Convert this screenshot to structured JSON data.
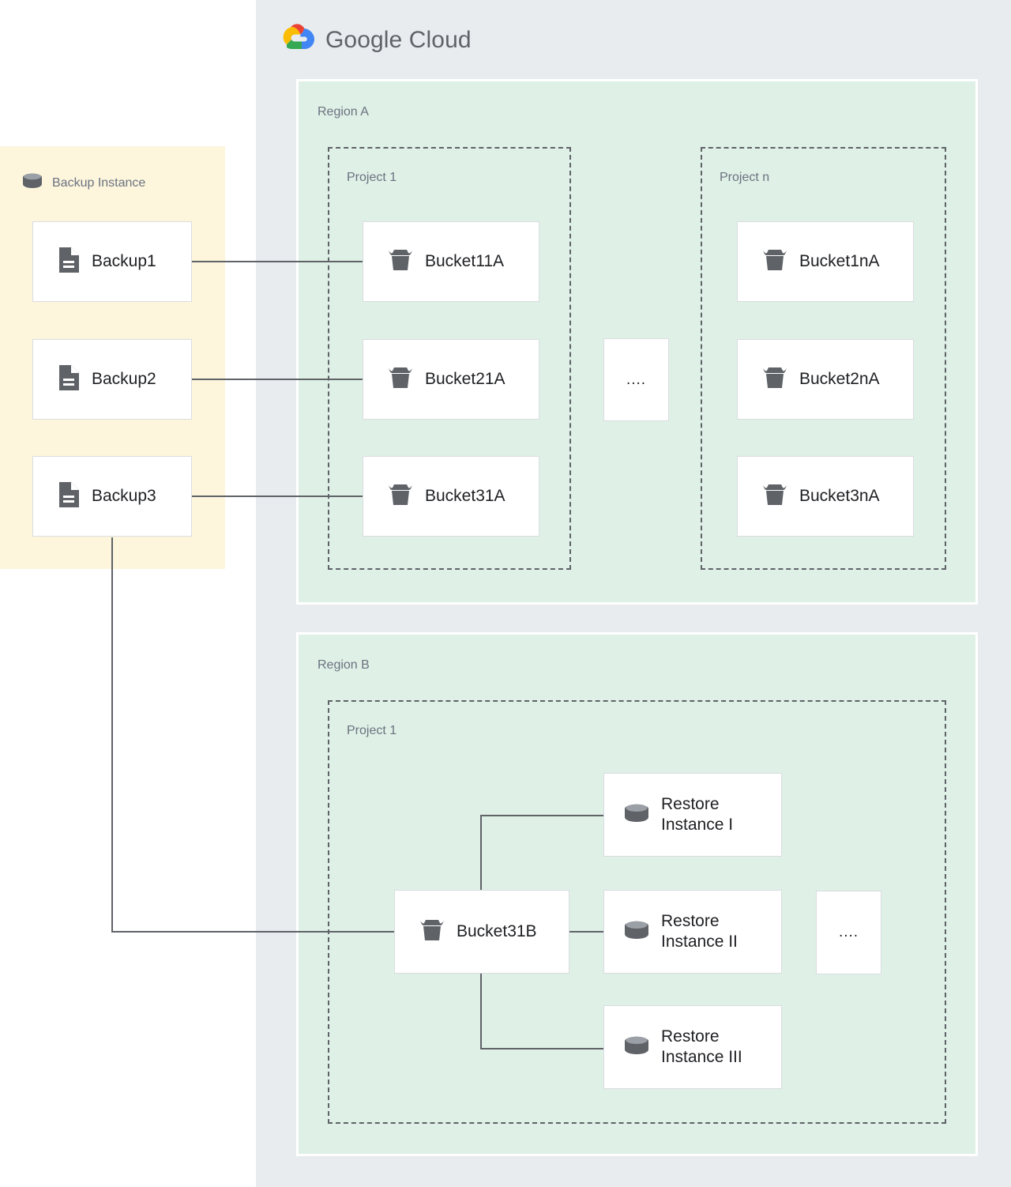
{
  "brand": {
    "name_bold": "Google",
    "name_light": " Cloud",
    "logo_icon": "google-cloud-logo-icon",
    "colors": {
      "red": "#ea4335",
      "yellow": "#fbbc04",
      "green": "#34a853",
      "blue": "#4285f4",
      "panel_bg": "#e8ecef",
      "region_bg": "#dff0e6",
      "backup_bg": "#fdf6dd",
      "line": "#5f6368",
      "label": "#6b7280",
      "text": "#202124"
    }
  },
  "backup_instance": {
    "title": "Backup Instance",
    "icon": "database-icon",
    "items": [
      {
        "label": "Backup1",
        "icon": "document-icon"
      },
      {
        "label": "Backup2",
        "icon": "document-icon"
      },
      {
        "label": "Backup3",
        "icon": "document-icon"
      }
    ]
  },
  "regions": [
    {
      "label": "Region A",
      "projects": [
        {
          "label": "Project 1",
          "items": [
            {
              "label": "Bucket11A",
              "icon": "bucket-icon"
            },
            {
              "label": "Bucket21A",
              "icon": "bucket-icon"
            },
            {
              "label": "Bucket31A",
              "icon": "bucket-icon"
            }
          ]
        },
        {
          "label": "Project n",
          "items": [
            {
              "label": "Bucket1nA",
              "icon": "bucket-icon"
            },
            {
              "label": "Bucket2nA",
              "icon": "bucket-icon"
            },
            {
              "label": "Bucket3nA",
              "icon": "bucket-icon"
            }
          ]
        }
      ],
      "ellipsis": "...."
    },
    {
      "label": "Region B",
      "projects": [
        {
          "label": "Project 1",
          "items": [
            {
              "label": "Bucket31B",
              "icon": "bucket-icon"
            },
            {
              "label": "Restore\nInstance I",
              "icon": "database-icon"
            },
            {
              "label": "Restore\nInstance II",
              "icon": "database-icon"
            },
            {
              "label": "Restore\nInstance III",
              "icon": "database-icon"
            }
          ]
        }
      ],
      "ellipsis": "...."
    }
  ]
}
